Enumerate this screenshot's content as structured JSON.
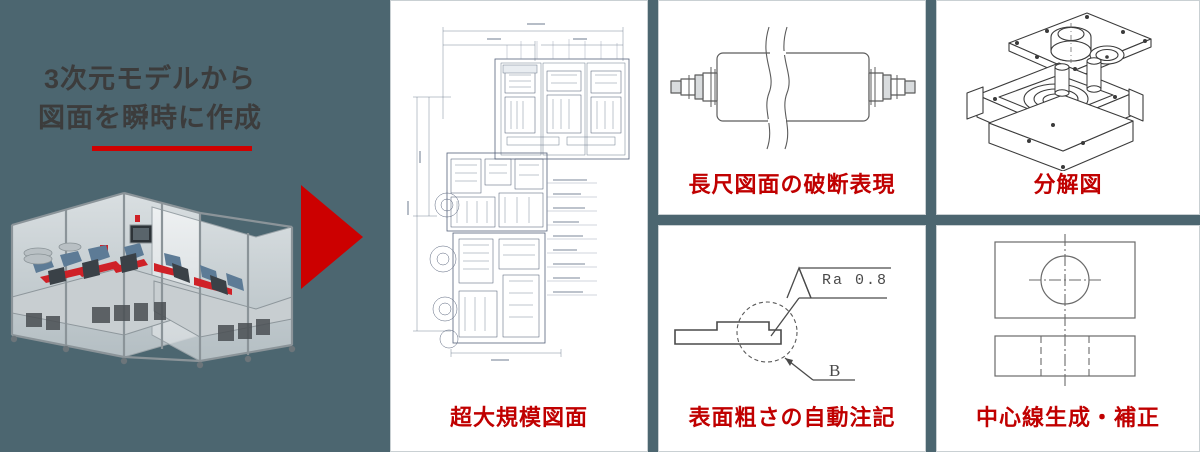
{
  "background_color": "#4c6670",
  "accent_color": "#c00000",
  "hero": {
    "title_line1": "3次元モデルから",
    "title_line2": "図面を瞬時に作成",
    "title_color": "#3c3c3c",
    "underline_color": "#d00000",
    "model_name": "3d-machine-model",
    "arrow_name": "red-right-arrow",
    "arrow_color": "#cc0000"
  },
  "panels": [
    {
      "id": "large-scale-drawing",
      "caption": "超大規模図面",
      "art": "dense-2d-assembly-drawing"
    },
    {
      "id": "break-representation",
      "caption": "長尺図面の破断表現",
      "art": "long-shaft-with-break-lines"
    },
    {
      "id": "exploded-view",
      "caption": "分解図",
      "art": "isometric-exploded-assembly"
    },
    {
      "id": "surface-roughness",
      "caption": "表面粗さの自動注記",
      "art": "step-profile-with-roughness-symbol",
      "labels": {
        "roughness": "Ra  0.8",
        "detail": "B"
      }
    },
    {
      "id": "center-line",
      "caption": "中心線生成・補正",
      "art": "two-views-with-centerlines"
    }
  ]
}
